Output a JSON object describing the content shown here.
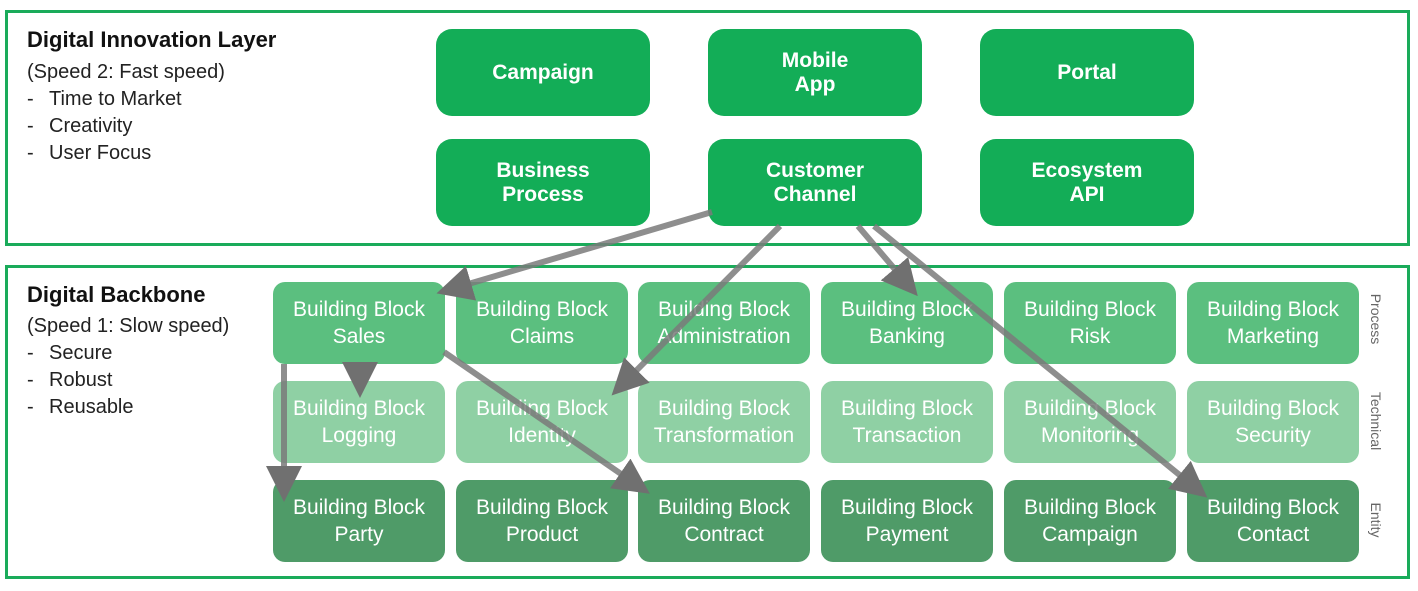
{
  "innovation_layer": {
    "title": "Digital Innovation Layer",
    "subtitle": "(Speed 2: Fast speed)",
    "bullets": [
      "Time to Market",
      "Creativity",
      "User Focus"
    ],
    "boxes": [
      "Campaign",
      "Mobile\nApp",
      "Portal",
      "Business\nProcess",
      "Customer\nChannel",
      "Ecosystem\nAPI"
    ]
  },
  "backbone": {
    "title": "Digital Backbone",
    "subtitle": "(Speed 1: Slow speed)",
    "bullets": [
      "Secure",
      "Robust",
      "Reusable"
    ],
    "row_labels": [
      "Process",
      "Technical",
      "Entity"
    ],
    "process_blocks": [
      "Building Block\nSales",
      "Building Block\nClaims",
      "Building Block\nAdministration",
      "Building Block\nBanking",
      "Building Block\nRisk",
      "Building Block\nMarketing"
    ],
    "technical_blocks": [
      "Building Block\nLogging",
      "Building Block\nIdentity",
      "Building Block\nTransformation",
      "Building Block\nTransaction",
      "Building Block\nMonitoring",
      "Building Block\nSecurity"
    ],
    "entity_blocks": [
      "Building Block\nParty",
      "Building Block\nProduct",
      "Building Block\nContract",
      "Building Block\nPayment",
      "Building Block\nCampaign",
      "Building Block\nContact"
    ]
  },
  "colors": {
    "border": "#1aab5a",
    "innovation_box": "#13ad57",
    "process_block": "#5bbf7f",
    "technical_block": "#8fd0a4",
    "entity_block": "#4f9b68",
    "arrow": "#7a7a7a"
  }
}
